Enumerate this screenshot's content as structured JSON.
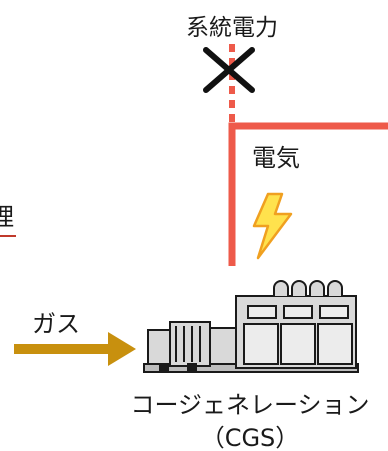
{
  "labels": {
    "grid_power": "系統電力",
    "electricity": "電気",
    "gas": "ガス",
    "cutoff_text": "理",
    "cgs_name": "コージェネレーション",
    "cgs_abbrev": "（CGS）"
  },
  "colors": {
    "power_line": "#ee5a4a",
    "gas_arrow": "#c8900e",
    "lightning_fill": "#ffe24d",
    "lightning_stroke": "#f0a020",
    "machine_fill": "#d9d9d9",
    "machine_stroke": "#1a1a1a"
  },
  "icons": {
    "cross": "x-mark-icon",
    "lightning": "lightning-icon",
    "generator": "generator-icon"
  }
}
